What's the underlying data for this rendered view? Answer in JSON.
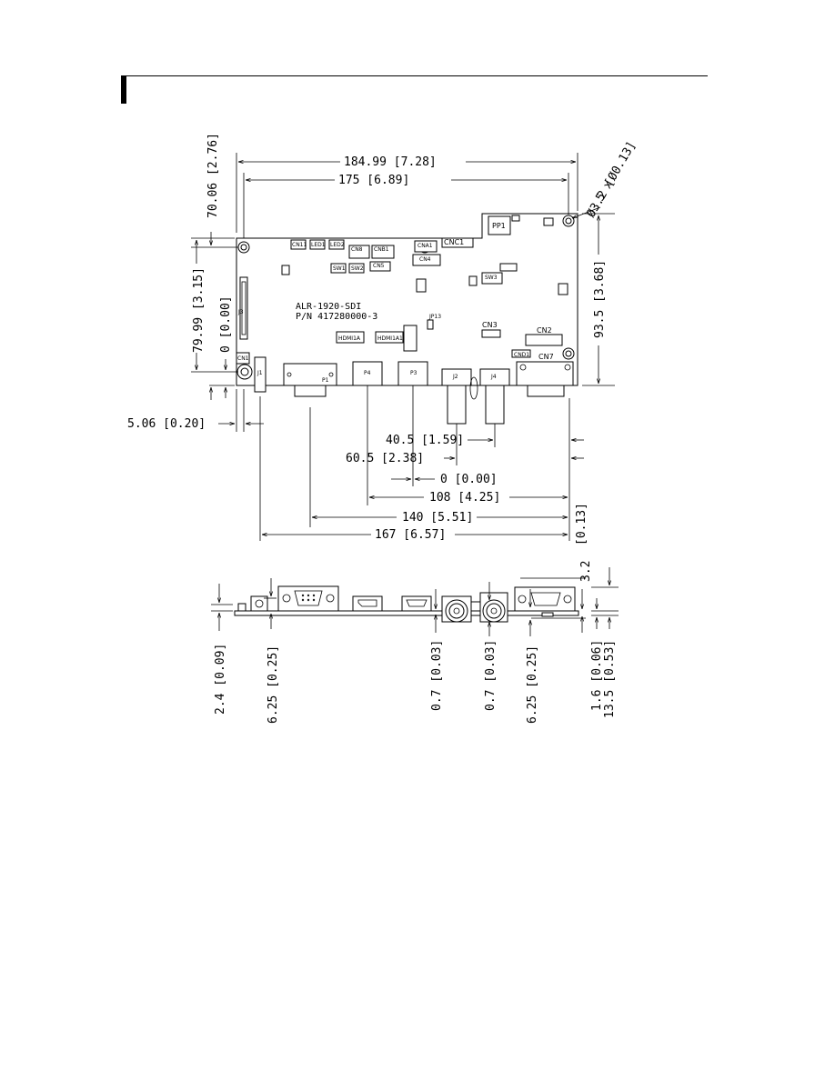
{
  "board": {
    "model": "ALR-1920-SDI",
    "part_number": "P/N 417280000-3"
  },
  "top_view": {
    "dim_width_total": "184.99 [7.28]",
    "dim_hole_span": "175 [6.89]",
    "dim_holes": "5 x",
    "dim_hole_dia": "Ø3.2 [Ø0.13]",
    "dim_left_top": "70.06 [2.76]",
    "dim_left_mid": "79.99 [3.15]",
    "dim_left_zero": "0 [0.00]",
    "dim_right_height": "93.5 [3.68]",
    "dim_offset": "5.06 [0.20]",
    "dim_40": "40.5 [1.59]",
    "dim_60": "60.5 [2.38]",
    "dim_0": "0 [0.00]",
    "dim_108": "108 [4.25]",
    "dim_140": "140 [5.51]",
    "dim_167": "167 [6.57]",
    "dim_right_013": "[0.13]"
  },
  "labels": {
    "pp1": "PP1",
    "cnc1": "CNC1",
    "cn3": "CN3",
    "cn2": "CN2",
    "cn7": "CN7",
    "cn1": "CN1",
    "j1": "J1",
    "p1": "P1",
    "p4": "P4",
    "p3": "P3",
    "j2": "J2",
    "j4": "J4",
    "hdmi1a": "HDMI1A",
    "hdmi1a1": "HDMI1A1",
    "sw1": "SW1",
    "sw2": "SW2",
    "led1": "LED1",
    "led2": "LED2",
    "cn8": "CN8",
    "cna1": "CNA1",
    "cn11": "CN11",
    "cnb1": "CNB1",
    "cn5": "CN5",
    "cn4": "CN4",
    "sw3": "SW3",
    "cnd1": "CND1",
    "jp13": "JP13",
    "j3": "J3"
  },
  "side_view": {
    "v_24": "2.4 [0.09]",
    "v_625a": "6.25 [0.25]",
    "v_07a": "0.7 [0.03]",
    "v_07b": "0.7 [0.03]",
    "v_625b": "6.25 [0.25]",
    "v_16": "1.6 [0.06]",
    "v_135": "13.5 [0.53]",
    "v_32": "3.2"
  }
}
